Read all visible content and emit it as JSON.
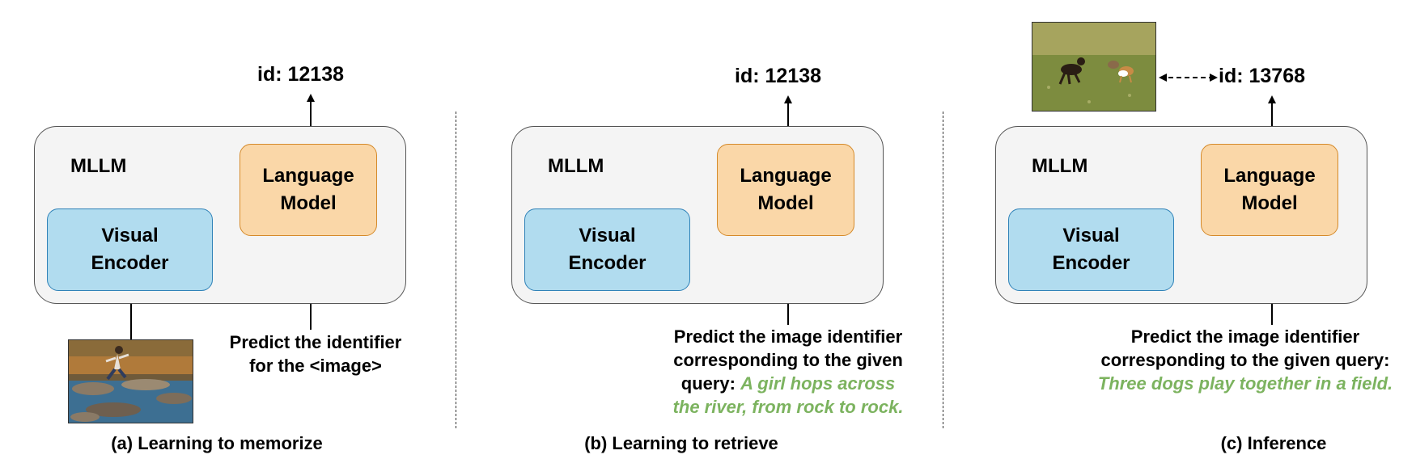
{
  "panels": [
    {
      "id_label": "id: 12138",
      "mllm_label": "MLLM",
      "language_model": "Language\nModel",
      "visual_encoder": "Visual\nEncoder",
      "prompt_line1": "Predict the identifier",
      "prompt_line2": "for the <image>",
      "caption": "(a) Learning to memorize"
    },
    {
      "id_label": "id: 12138",
      "mllm_label": "MLLM",
      "language_model": "Language\nModel",
      "visual_encoder": "Visual\nEncoder",
      "prompt_line1": "Predict the image identifier",
      "prompt_line2": "corresponding to the given",
      "prompt_line3_prefix": "query: ",
      "query_line1": "A girl hops across",
      "query_line2": "the river, from rock to rock.",
      "caption": "(b) Learning to retrieve"
    },
    {
      "id_label": "id: 13768",
      "mllm_label": "MLLM",
      "language_model": "Language\nModel",
      "visual_encoder": "Visual\nEncoder",
      "prompt_line1": "Predict the image identifier",
      "prompt_line2": "corresponding to the given query:",
      "query_line1": "Three dogs play together in a field.",
      "caption": "(c) Inference"
    }
  ],
  "colors": {
    "language_model_fill": "#fad7a8",
    "language_model_border": "#d58a2a",
    "visual_encoder_fill": "#b1dcef",
    "visual_encoder_border": "#2f82b8",
    "mllm_fill": "#f4f4f4",
    "query_text": "#7cb35f"
  },
  "images": {
    "panel_a": "girl-hopping-river-photo",
    "panel_c": "dogs-in-field-photo"
  }
}
